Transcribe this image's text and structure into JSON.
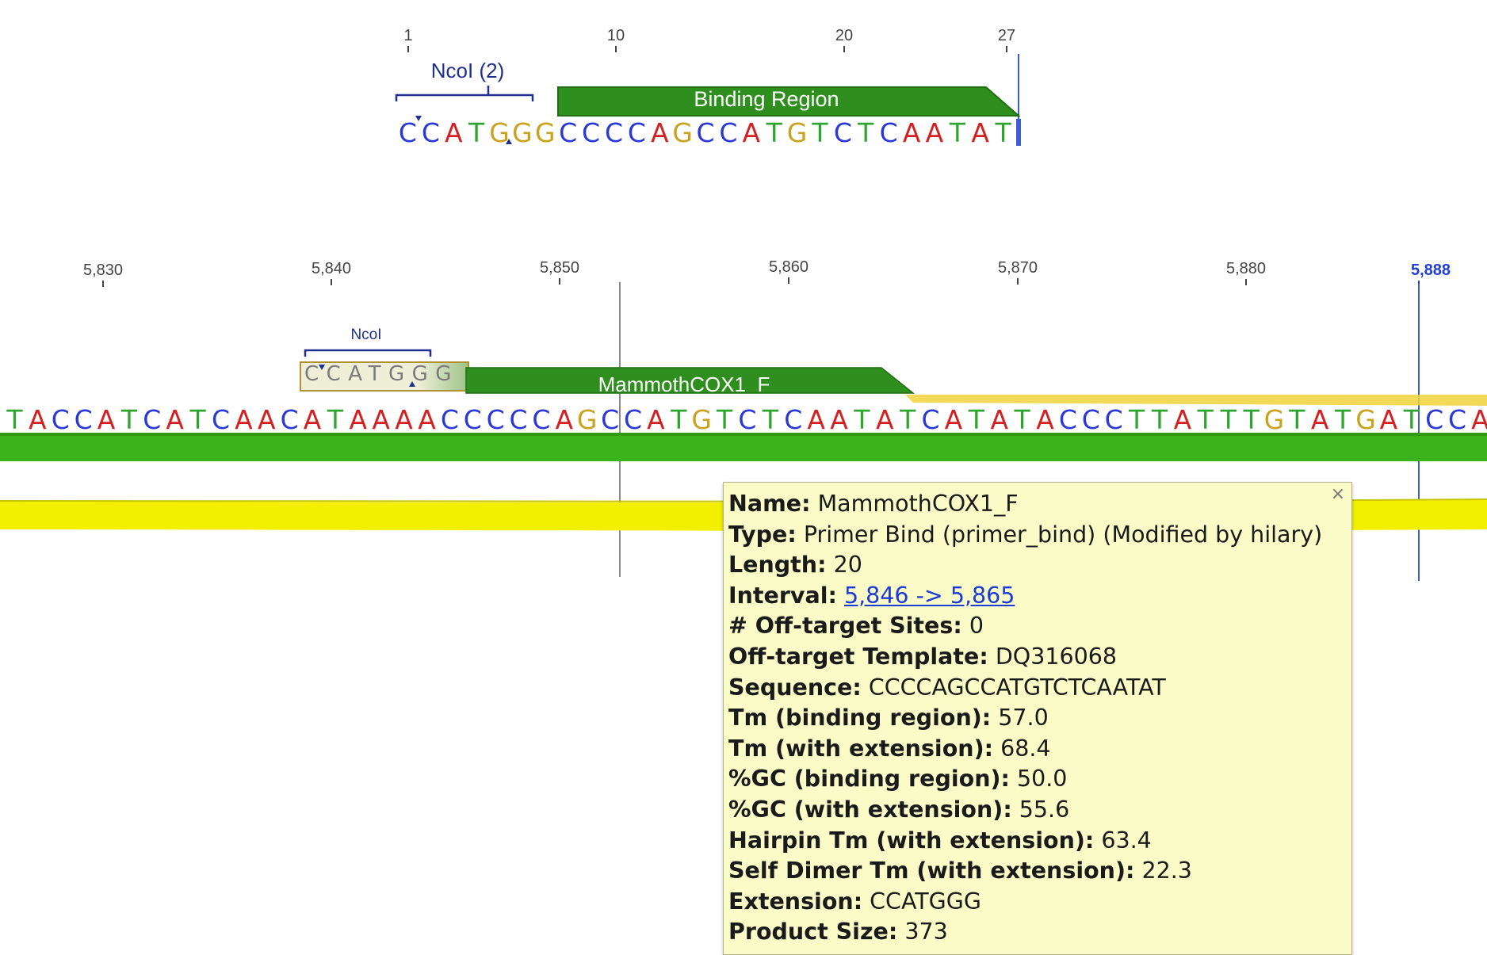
{
  "primer_view": {
    "ruler_labels": [
      "1",
      "10",
      "20",
      "27"
    ],
    "enzyme_label": "NcoI (2)",
    "binding_label": "Binding Region",
    "sequence": "CCATGGGCCCCAGCCATGTCTCAATAT"
  },
  "template_view": {
    "ruler_labels": [
      "5,830",
      "5,840",
      "5,850",
      "5,860",
      "5,870",
      "5,880"
    ],
    "cursor_label": "5,888",
    "enzyme_label": "NcoI",
    "extension_sequence": "CCATGGG",
    "primer_label": "MammothCOX1_F",
    "sequence": "TACCATCATCAACATAAAACCCCCAGCCATGTCTCAATATCATATACCCTTATTTGTATGATCCA"
  },
  "tooltip": {
    "close_glyph": "×",
    "rows": [
      {
        "label": "Name:",
        "value": "MammothCOX1_F"
      },
      {
        "label": "Type:",
        "value": "Primer Bind (primer_bind) (Modified by hilary)"
      },
      {
        "label": "Length:",
        "value": "20"
      },
      {
        "label": "Interval:",
        "value": "5,846 -> 5,865",
        "link": true
      },
      {
        "label": "# Off-target Sites:",
        "value": "0"
      },
      {
        "label": "Off-target Template:",
        "value": "DQ316068"
      },
      {
        "label": "Sequence:",
        "value": "CCCCAGCCATGTCTCAATAT"
      },
      {
        "label": "Tm (binding region):",
        "value": "57.0"
      },
      {
        "label": "Tm (with extension):",
        "value": "68.4"
      },
      {
        "label": "%GC (binding region):",
        "value": "50.0"
      },
      {
        "label": "%GC (with extension):",
        "value": "55.6"
      },
      {
        "label": "Hairpin Tm (with extension):",
        "value": "63.4"
      },
      {
        "label": "Self Dimer Tm (with extension):",
        "value": "22.3"
      },
      {
        "label": "Extension:",
        "value": "CCATGGG"
      },
      {
        "label": "Product Size:",
        "value": "373"
      }
    ]
  },
  "colors": {
    "A": "#d42020",
    "C": "#2a39d6",
    "G": "#c9a21e",
    "T": "#2ea52e",
    "primer_green": "#2f8f1e",
    "track_green": "#3cb31a",
    "track_yellow": "#f2f000",
    "cursor_blue": "#3a5fd0"
  }
}
